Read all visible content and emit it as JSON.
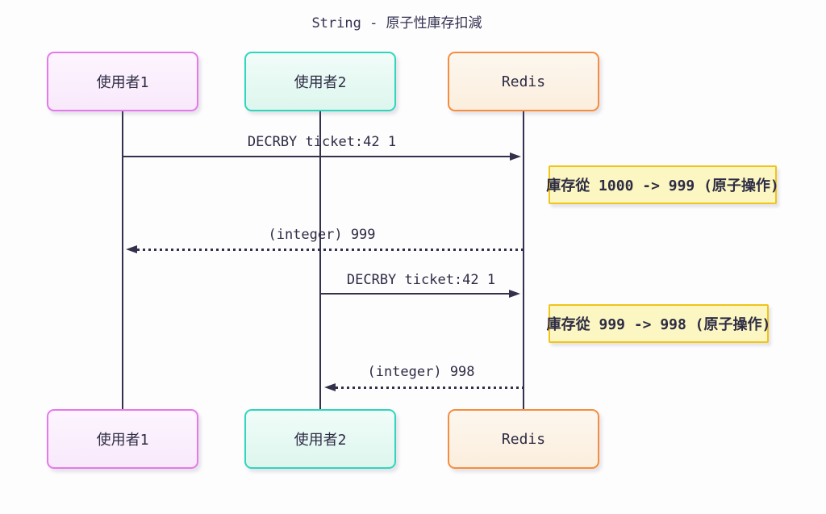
{
  "title": "String - 原子性庫存扣減",
  "actors": {
    "user1": {
      "label": "使用者1",
      "border_color": "#e678ec",
      "fill_color": "#fbf0fd"
    },
    "user2": {
      "label": "使用者2",
      "border_color": "#2fd6bb",
      "fill_color": "#e9faf4"
    },
    "redis": {
      "label": "Redis",
      "border_color": "#f68d3e",
      "fill_color": "#fcf3e6"
    }
  },
  "messages": [
    {
      "text": "DECRBY ticket:42 1",
      "from": "使用者1",
      "to": "Redis",
      "line": "solid"
    },
    {
      "text": "(integer) 999",
      "from": "Redis",
      "to": "使用者1",
      "line": "dotted"
    },
    {
      "text": "DECRBY ticket:42 1",
      "from": "使用者2",
      "to": "Redis",
      "line": "solid"
    },
    {
      "text": "(integer) 998",
      "from": "Redis",
      "to": "使用者2",
      "line": "dotted"
    }
  ],
  "notes": [
    {
      "text": "庫存從 1000 -> 999 (原子操作)",
      "border_color": "#f0c419",
      "fill_color": "#fbf6c2"
    },
    {
      "text": "庫存從 999 -> 998 (原子操作)",
      "border_color": "#f0c419",
      "fill_color": "#fbf6c2"
    }
  ],
  "colors": {
    "line": "#33314b",
    "text": "#2e2c44",
    "background": "#fdfdfe"
  }
}
